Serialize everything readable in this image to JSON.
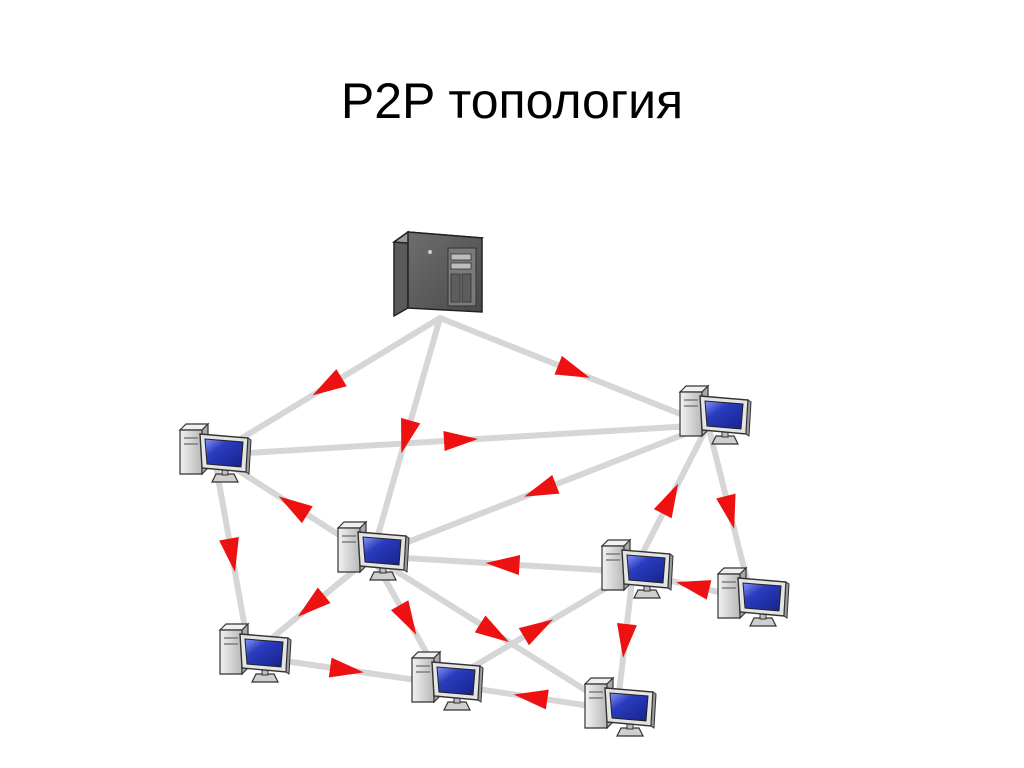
{
  "slide": {
    "title": "P2P топология"
  },
  "colors": {
    "link": "#d6d6d6",
    "arrow": "#ee1111",
    "screen": "#1e2ea8",
    "screen_glow": "#7c8cf0",
    "server_dark": "#4a4a4a",
    "server_mid": "#8a8a8a",
    "pc_case": "#d9d9d9"
  },
  "nodes": [
    {
      "id": "server",
      "kind": "server"
    },
    {
      "id": "pc-a",
      "kind": "computer"
    },
    {
      "id": "pc-b",
      "kind": "computer"
    },
    {
      "id": "pc-c",
      "kind": "computer"
    },
    {
      "id": "pc-d",
      "kind": "computer"
    },
    {
      "id": "pc-e",
      "kind": "computer"
    },
    {
      "id": "pc-f",
      "kind": "computer"
    },
    {
      "id": "pc-g",
      "kind": "computer"
    },
    {
      "id": "pc-h",
      "kind": "computer"
    },
    {
      "id": "pc-i",
      "kind": "computer"
    }
  ],
  "links": [
    {
      "from": "server",
      "to": "pc-a"
    },
    {
      "from": "server",
      "to": "pc-c"
    },
    {
      "from": "server",
      "to": "pc-b"
    },
    {
      "from": "pc-a",
      "to": "pc-b"
    },
    {
      "from": "pc-b",
      "to": "pc-c"
    },
    {
      "from": "pc-c",
      "to": "pc-a"
    },
    {
      "from": "pc-a",
      "to": "pc-d"
    },
    {
      "from": "pc-e",
      "to": "pc-b"
    },
    {
      "from": "pc-b",
      "to": "pc-f"
    },
    {
      "from": "pc-e",
      "to": "pc-c"
    },
    {
      "from": "pc-c",
      "to": "pc-d"
    },
    {
      "from": "pc-d",
      "to": "pc-g"
    },
    {
      "from": "pc-c",
      "to": "pc-g"
    },
    {
      "from": "pc-c",
      "to": "pc-h"
    },
    {
      "from": "pc-h",
      "to": "pc-g"
    },
    {
      "from": "pc-g",
      "to": "pc-e"
    },
    {
      "from": "pc-e",
      "to": "pc-h"
    },
    {
      "from": "pc-f",
      "to": "pc-e"
    }
  ]
}
